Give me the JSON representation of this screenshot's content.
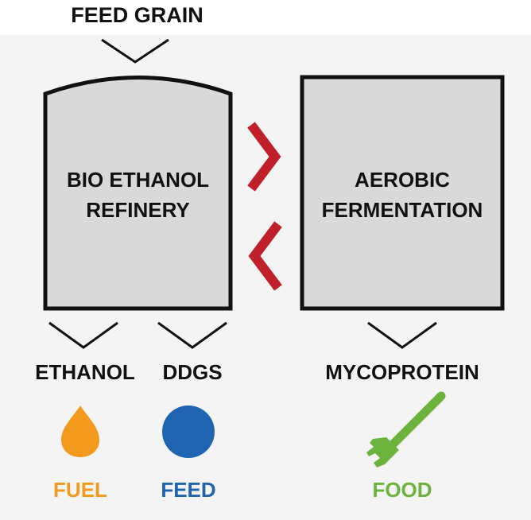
{
  "input_label": "FEED GRAIN",
  "refinery": {
    "line1": "BIO ETHANOL",
    "line2": "REFINERY"
  },
  "fermenter": {
    "line1": "AEROBIC",
    "line2": "FERMENTATION"
  },
  "outputs": {
    "ethanol": "ETHANOL",
    "ddgs": "DDGS",
    "mycoprotein": "MYCOPROTEIN"
  },
  "uses": {
    "fuel": "FUEL",
    "feed": "FEED",
    "food": "FOOD"
  },
  "colors": {
    "background_panel": "#f4f4f4",
    "box_fill": "#d9d9d9",
    "outline": "#111111",
    "flow_arrows": "#c0202a",
    "fuel": "#f39a1e",
    "feed": "#1f64b0",
    "food": "#6cb33e"
  },
  "icons": {
    "fuel": "droplet-icon",
    "feed": "circle-icon",
    "food": "fork-icon"
  }
}
